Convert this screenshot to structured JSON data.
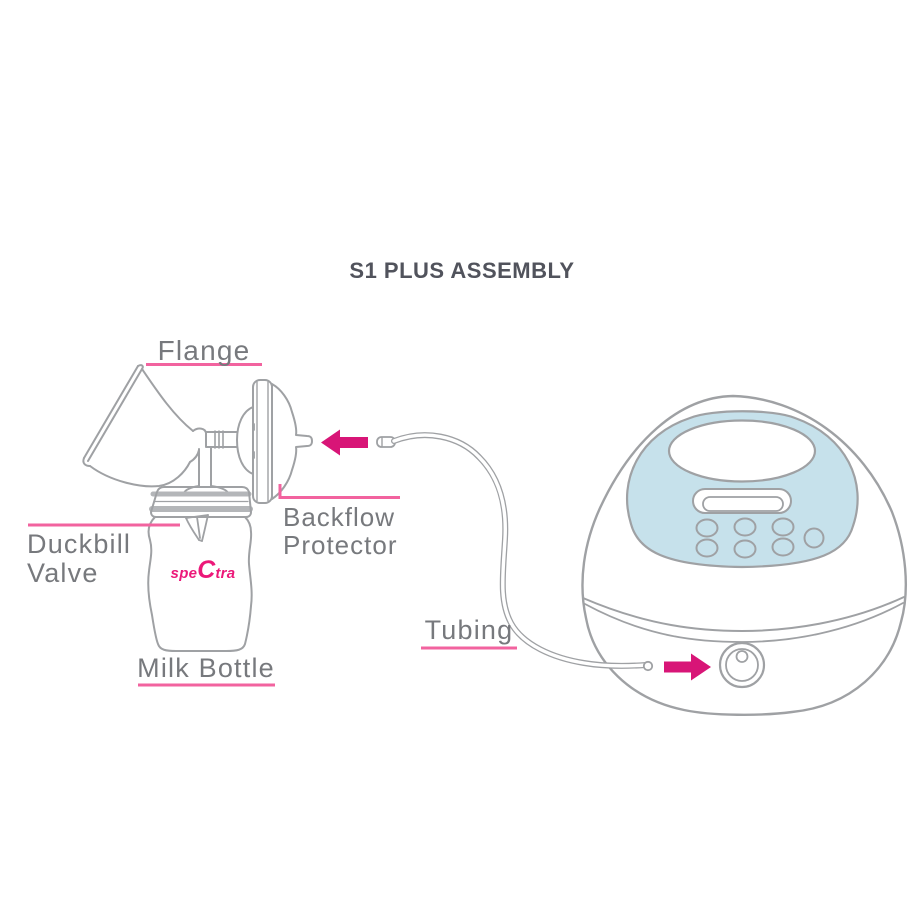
{
  "title": "S1 PLUS ASSEMBLY",
  "diagram": {
    "labels": {
      "flange": "Flange",
      "duckbill_valve": [
        "Duckbill",
        "Valve"
      ],
      "milk_bottle": "Milk Bottle",
      "backflow_protector": [
        "Backflow",
        "Protector"
      ],
      "tubing": "Tubing"
    },
    "bottle_logo": {
      "pre": "spe",
      "cap": "C",
      "post": "tra"
    },
    "parts": [
      "Flange",
      "Duckbill Valve",
      "Milk Bottle",
      "Backflow Protector",
      "Tubing"
    ]
  },
  "colors": {
    "outline": "#9FA1A4",
    "outline_soft": "#AEB0B3",
    "band": "#B4B6B9",
    "panel_blue": "#C6E1EB",
    "pink_line": "#F2639F",
    "pink_arrow": "#D81577",
    "pink_logo": "#EC1879",
    "text": "#77797D",
    "title": "#51535C"
  }
}
